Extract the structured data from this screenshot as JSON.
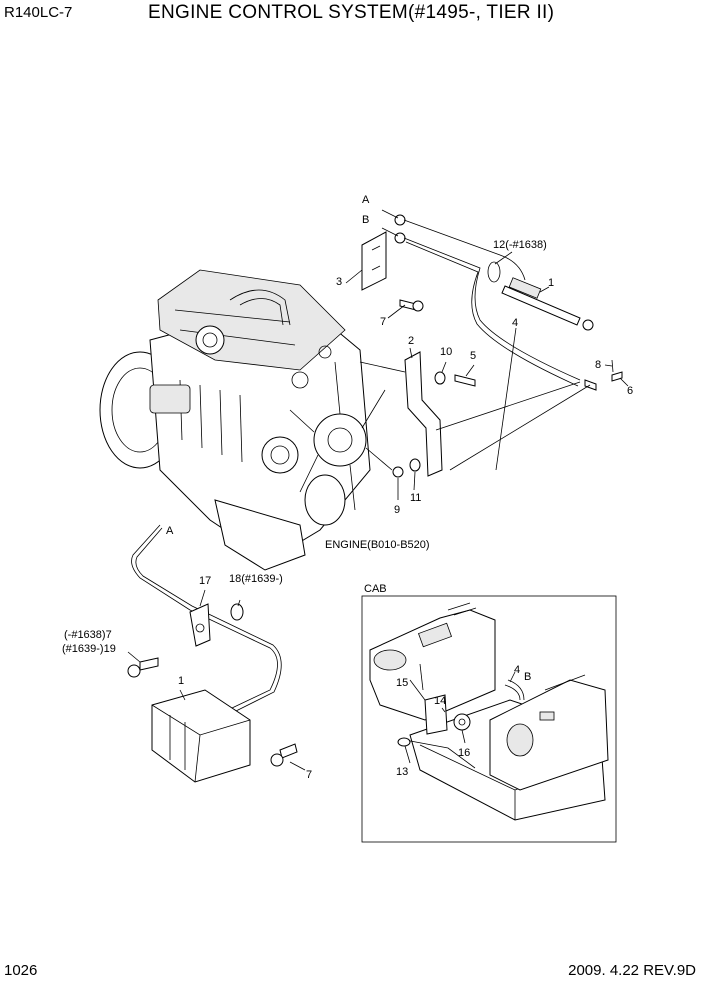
{
  "header": {
    "model": "R140LC-7",
    "title": "ENGINE CONTROL SYSTEM(#1495-, TIER II)"
  },
  "footer": {
    "page_number": "1026",
    "revision": "2009. 4.22  REV.9D"
  },
  "labels": {
    "cable_end_a": "A",
    "cable_end_b": "B",
    "p3": "3",
    "p7_top": "7",
    "p12": "12(-#1638)",
    "p1_top": "1",
    "p4_top": "4",
    "p2": "2",
    "p10": "10",
    "p5": "5",
    "p8": "8",
    "p6": "6",
    "p9": "9",
    "p11": "11",
    "engine_ref": "ENGINE(B010-B520)",
    "cable_end_a_lower": "A",
    "p17": "17",
    "p18": "18(#1639-)",
    "p7_19_line1": "(-#1638)7",
    "p7_19_line2": "(#1639-)19",
    "p1_bottom": "1",
    "p7_bottom": "7",
    "cab_title": "CAB",
    "p4_cab": "4",
    "cable_end_b_cab": "B",
    "p15": "15",
    "p14": "14",
    "p16": "16",
    "p13": "13"
  }
}
